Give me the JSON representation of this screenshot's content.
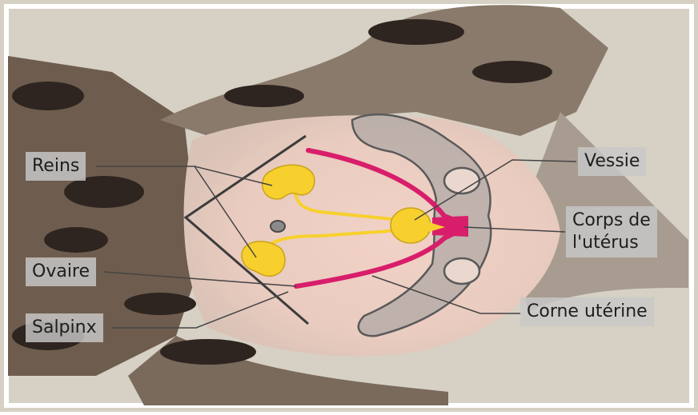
{
  "labels": {
    "reins": "Reins",
    "ovaire": "Ovaire",
    "salpinx": "Salpinx",
    "vessie": "Vessie",
    "corps_uterus": "Corps de\nl'utérus",
    "corne_uterine": "Corne utérine"
  },
  "colors": {
    "organ_yellow": "#f7d02e",
    "uterus_magenta": "#d81e6a",
    "pelvis_gray": "#8a8a8a",
    "leader_line": "#444444"
  }
}
